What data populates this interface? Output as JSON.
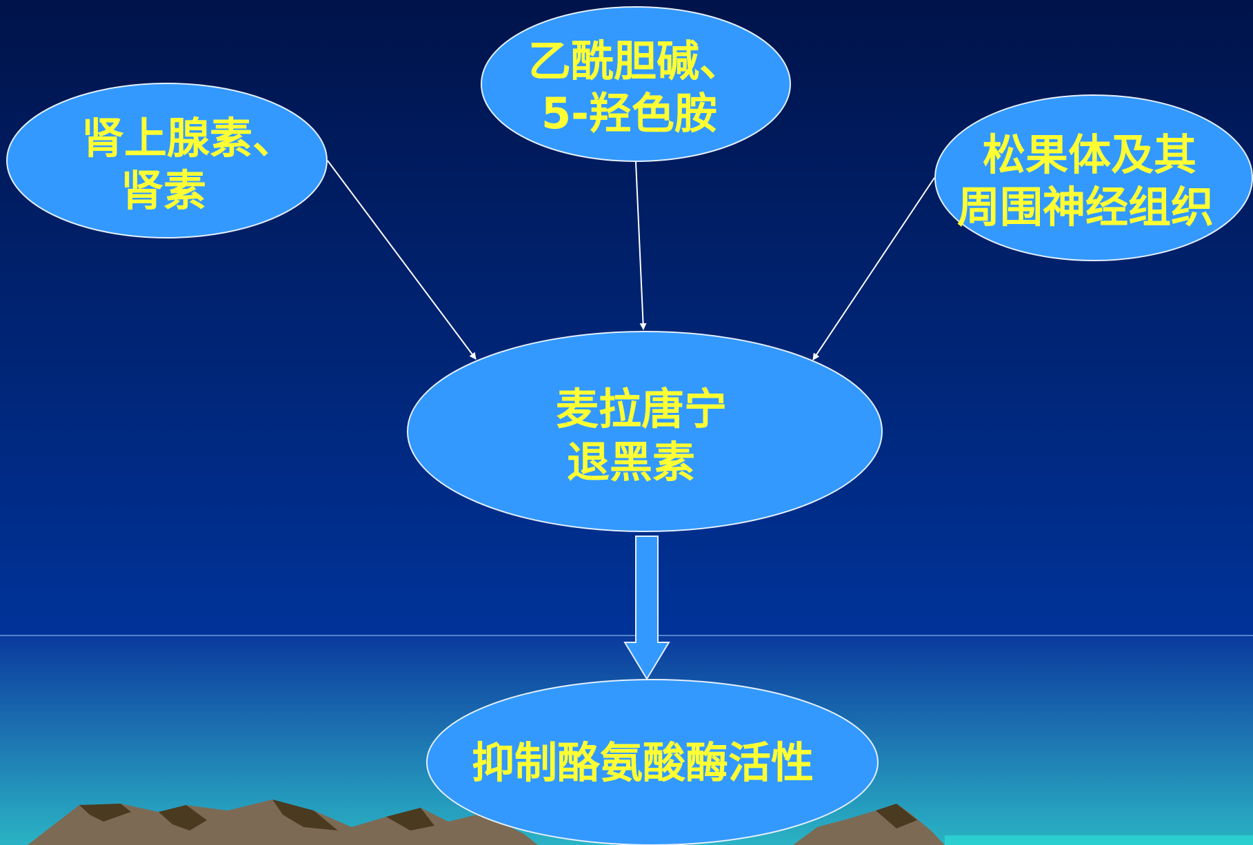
{
  "diagram": {
    "nodes": {
      "adrenaline": {
        "lines": [
          "肾上腺素、",
          "肾素"
        ]
      },
      "acetylcholine": {
        "lines": [
          "乙酰胆碱、",
          "5-羟色胺"
        ]
      },
      "pineal": {
        "lines": [
          "松果体及其",
          "周围神经组织"
        ]
      },
      "melatonin": {
        "lines": [
          "麦拉唐宁",
          "退黑素"
        ]
      },
      "inhibit": {
        "lines": [
          "抑制酪氨酸酶活性"
        ]
      }
    }
  },
  "colors": {
    "node_fill": "#3399ff",
    "node_stroke": "#e6f0ff",
    "label_text": "#ffff33",
    "sky_top": "#00134a",
    "sky_bottom": "#003399",
    "sea_bottom": "#2ab3c4",
    "mountain": "#7d6a55",
    "mountain_shadow": "#4a3a20",
    "arrow_line": "#ffffff"
  }
}
